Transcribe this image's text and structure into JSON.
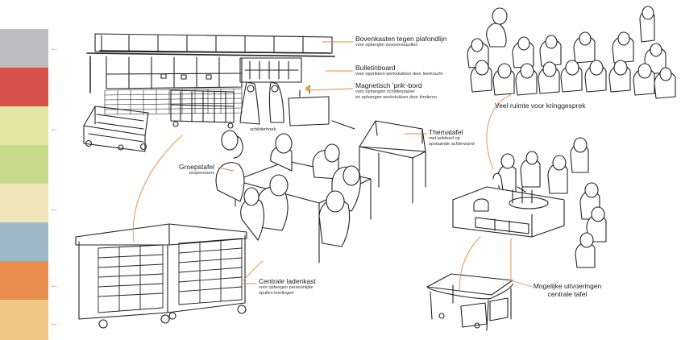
{
  "swatch_colors": [
    "#bdbdbf",
    "#d8504a",
    "#e2e8a4",
    "#c9da8a",
    "#f0e5b6",
    "#9db9c8",
    "#e98e4f",
    "#f0c884"
  ],
  "accent_color": "#e7893a",
  "labels": {
    "bovenkasten": {
      "title": "Bovenkasten tegen plafondlijn",
      "sub": "voor opbergen seizoensspullen"
    },
    "bulletinboard": {
      "title": "Bulletinboard",
      "sub": "voor opprikken werkstukken door leerkracht"
    },
    "prikbord": {
      "title": "Magnetisch 'prik'-bord",
      "sub1": "voor ophangen schilderpapier",
      "sub2": "en ophangen werkstukken door kinderen"
    },
    "kringgesprek": {
      "title": "Veel ruimte voor kringgesprek"
    },
    "thematafel": {
      "title": "Thematafel",
      "sub1": "met prikbord op",
      "sub2": "opstaande achterwand"
    },
    "groepstafel": {
      "title": "Groepstafel",
      "sub": "zespersoons"
    },
    "schilderhoek": {
      "title": "schilderhoek"
    },
    "ladenkast": {
      "title": "Centrale ladenkast",
      "sub1": "voor opbergen persoonlijke",
      "sub2": "spullen leerlingen"
    },
    "uitvoeringen": {
      "title1": "Mogelijke uitvoeringen",
      "title2": "centrale tafel"
    }
  }
}
